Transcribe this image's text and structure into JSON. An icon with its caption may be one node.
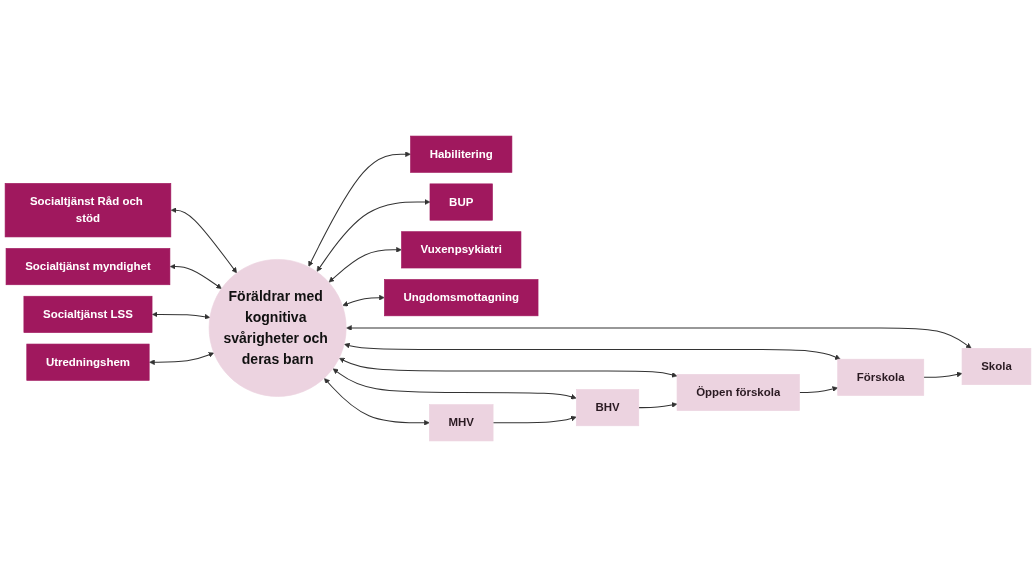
{
  "diagram": {
    "nodes": [
      {
        "text": [
          "Föräldrar med kognitiva svårigheter och deras barn"
        ]
      },
      {
        "text": [
          "Socialtjänst Råd och stöd"
        ]
      },
      {
        "text": [
          "Socialtjänst myndighet"
        ]
      },
      {
        "text": [
          "Socialtjänst LSS"
        ]
      },
      {
        "text": [
          "Utredningshem"
        ]
      },
      {
        "text": [
          "Habilitering"
        ]
      },
      {
        "text": [
          "BUP"
        ]
      },
      {
        "text": [
          "Vuxenpsykiatri"
        ]
      },
      {
        "text": [
          "Ungdomsmottagning"
        ]
      },
      {
        "text": [
          "MHV"
        ]
      },
      {
        "text": [
          "BHV"
        ]
      },
      {
        "text": [
          "Öppen förskola"
        ]
      },
      {
        "text": [
          "Förskola"
        ]
      },
      {
        "text": [
          "Skola"
        ]
      }
    ],
    "edges": [
      {
        "from": 1,
        "to": 0,
        "arrow": "both"
      },
      {
        "from": 2,
        "to": 0,
        "arrow": "both"
      },
      {
        "from": 3,
        "to": 0,
        "arrow": "both"
      },
      {
        "from": 4,
        "to": 0,
        "arrow": "both"
      },
      {
        "from": 0,
        "to": 5,
        "arrow": "both"
      },
      {
        "from": 0,
        "to": 6,
        "arrow": "both"
      },
      {
        "from": 0,
        "to": 7,
        "arrow": "both"
      },
      {
        "from": 0,
        "to": 8,
        "arrow": "both"
      },
      {
        "from": 0,
        "to": 9,
        "arrow": "both"
      },
      {
        "from": 0,
        "to": 10,
        "arrow": "both"
      },
      {
        "from": 0,
        "to": 11,
        "arrow": "both"
      },
      {
        "from": 0,
        "to": 12,
        "arrow": "both"
      },
      {
        "from": 0,
        "to": 13,
        "arrow": "both"
      },
      {
        "from": 9,
        "to": 10,
        "arrow": "to"
      },
      {
        "from": 10,
        "to": 11,
        "arrow": "to"
      },
      {
        "from": 11,
        "to": 12,
        "arrow": "to"
      },
      {
        "from": 12,
        "to": 13,
        "arrow": "to"
      }
    ]
  }
}
